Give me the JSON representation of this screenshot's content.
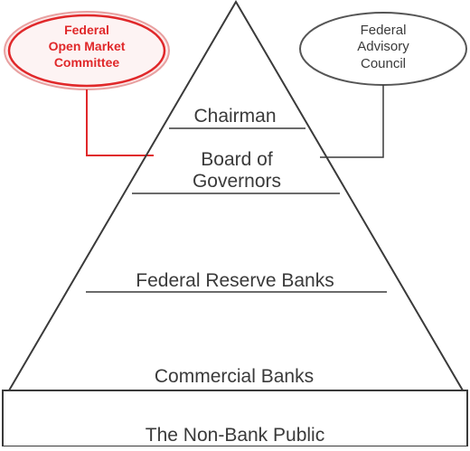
{
  "diagram": {
    "fomc": {
      "lines": [
        "Federal",
        "Open Market",
        "Committee"
      ],
      "color": "#e0282a"
    },
    "advisory": {
      "lines": [
        "Federal",
        "Advisory",
        "Council"
      ]
    },
    "tiers": {
      "chairman": "Chairman",
      "board": [
        "Board of",
        "Governors"
      ],
      "reserve_banks": "Federal Reserve Banks",
      "commercial_banks": "Commercial Banks",
      "public": "The Non-Bank Public"
    },
    "line_color": "#3a3a3a"
  }
}
